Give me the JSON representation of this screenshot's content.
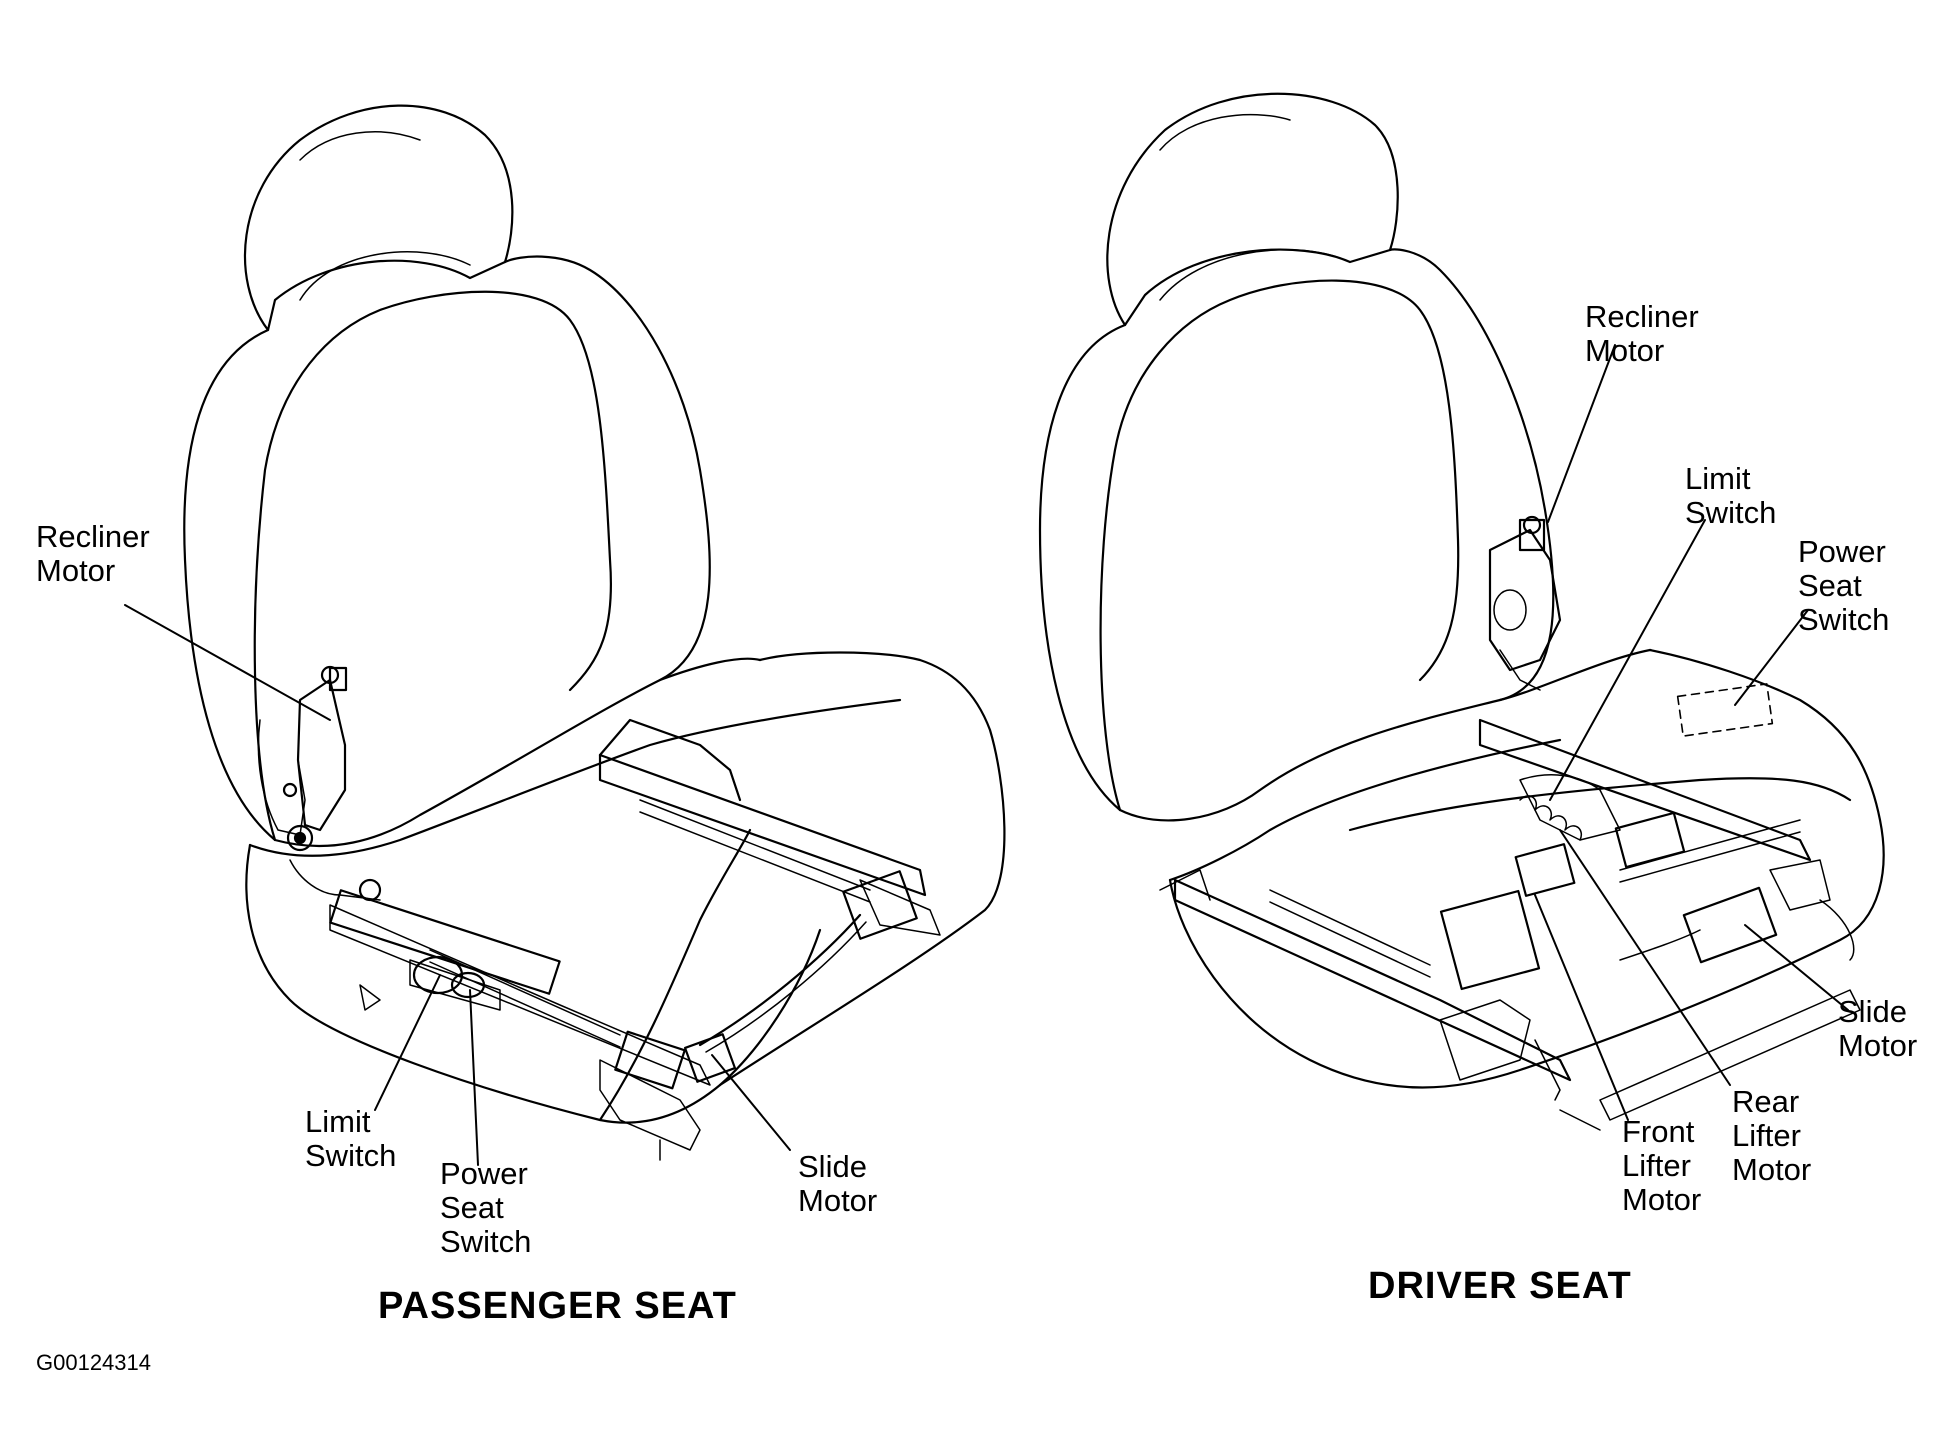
{
  "passenger_seat": {
    "title": "PASSENGER SEAT",
    "labels": {
      "recliner_motor": "Recliner\nMotor",
      "limit_switch": "Limit\nSwitch",
      "power_seat_switch": "Power\nSeat\nSwitch",
      "slide_motor": "Slide\nMotor"
    }
  },
  "driver_seat": {
    "title": "DRIVER SEAT",
    "labels": {
      "recliner_motor": "Recliner\nMotor",
      "limit_switch": "Limit\nSwitch",
      "power_seat_switch": "Power\nSeat\nSwitch",
      "slide_motor": "Slide\nMotor",
      "front_lifter_motor": "Front\nLifter\nMotor",
      "rear_lifter_motor": "Rear\nLifter\nMotor"
    }
  },
  "figure_code": "G00124314"
}
